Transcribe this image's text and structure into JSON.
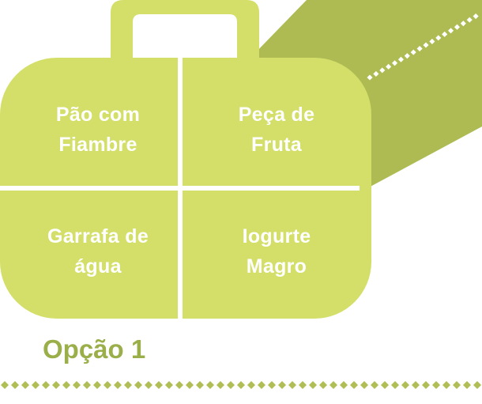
{
  "compartments": [
    {
      "line1": "Pão com",
      "line2": "Fiambre"
    },
    {
      "line1": "Peça de",
      "line2": "Fruta"
    },
    {
      "line1": "Garrafa de",
      "line2": "água"
    },
    {
      "line1": "Iogurte",
      "line2": "Magro"
    }
  ],
  "option_label": "Opção 1",
  "colors": {
    "case": "#d3df68",
    "band": "#adbb52",
    "title": "#9aae4a",
    "divider": "#ffffff"
  },
  "icons": {
    "case": "lunchbox-case-icon"
  }
}
